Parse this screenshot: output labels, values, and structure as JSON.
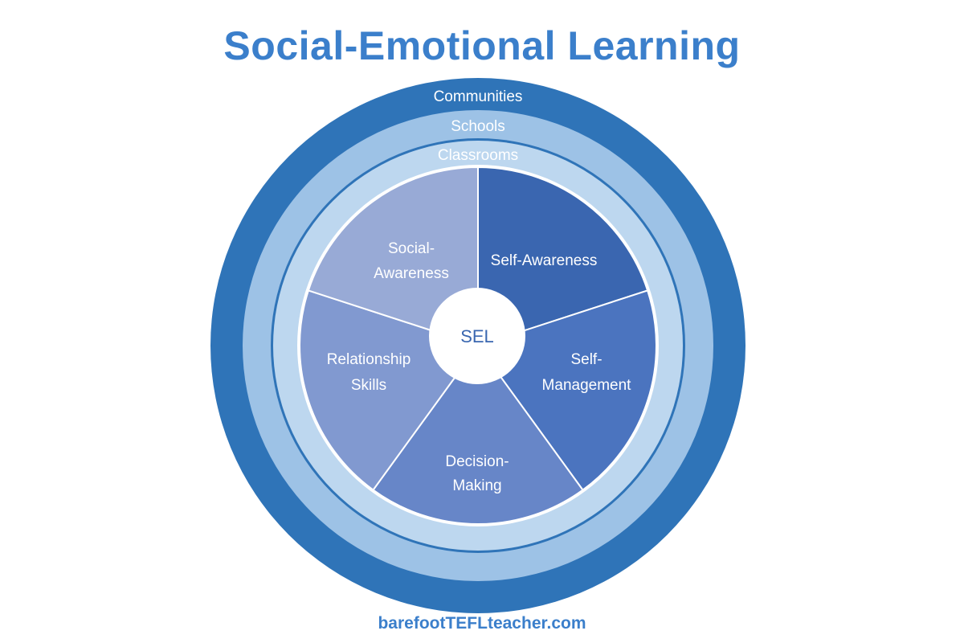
{
  "title": "Social-Emotional Learning",
  "footer": "barefootTEFLteacher.com",
  "rings": [
    {
      "label": "Communities",
      "color": "#2f74b8"
    },
    {
      "label": "Schools",
      "color": "#9dc2e6"
    },
    {
      "label": "Classrooms",
      "color": "#bdd7ef"
    }
  ],
  "center": {
    "label": "SEL",
    "color": "#ffffff",
    "text_color": "#3a67b0"
  },
  "segments": [
    {
      "line1": "Self-Awareness",
      "line2": "",
      "color": "#3a66b0"
    },
    {
      "line1": "Self-",
      "line2": "Management",
      "color": "#4b74bf"
    },
    {
      "line1": "Decision-",
      "line2": "Making",
      "color": "#6786c8"
    },
    {
      "line1": "Relationship",
      "line2": "Skills",
      "color": "#8199d0"
    },
    {
      "line1": "Social-",
      "line2": "Awareness",
      "color": "#98aad6"
    }
  ],
  "colors": {
    "accent": "#3b7fcb",
    "divider": "#ffffff",
    "ring_line": "#2f74b8"
  }
}
